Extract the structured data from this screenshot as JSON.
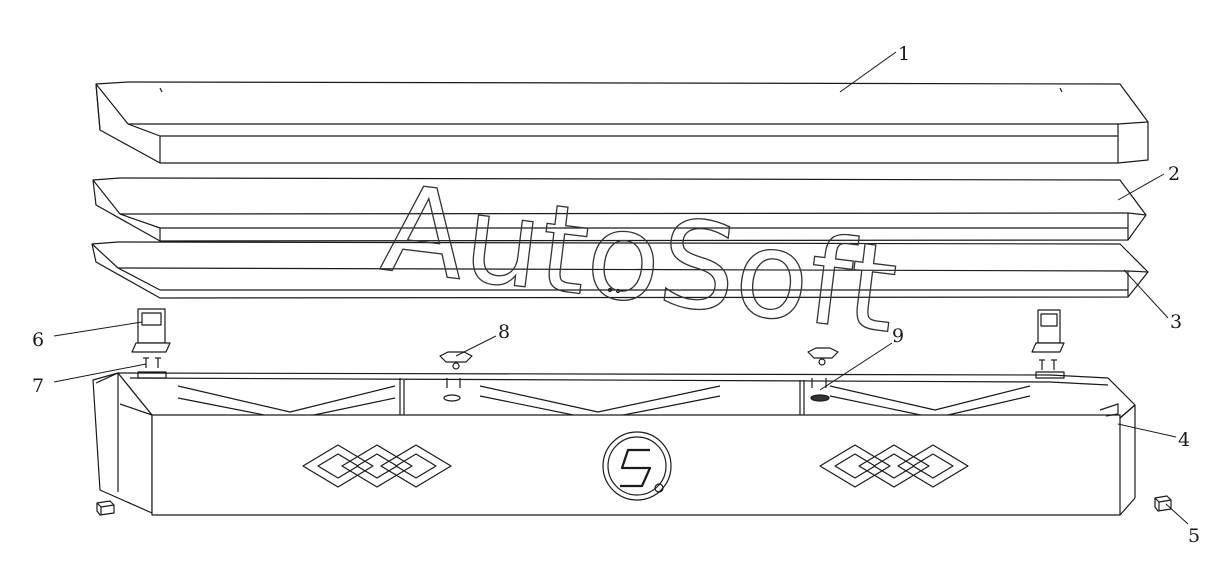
{
  "diagram": {
    "callouts": [
      {
        "id": "1",
        "label": "1"
      },
      {
        "id": "2",
        "label": "2"
      },
      {
        "id": "3",
        "label": "3"
      },
      {
        "id": "4",
        "label": "4"
      },
      {
        "id": "5",
        "label": "5"
      },
      {
        "id": "6",
        "label": "6"
      },
      {
        "id": "7",
        "label": "7"
      },
      {
        "id": "8",
        "label": "8"
      },
      {
        "id": "9",
        "label": "9"
      }
    ],
    "watermark": "AutoSoft",
    "colors": {
      "line": "#1a1a1a",
      "paper": "#ffffff"
    }
  }
}
